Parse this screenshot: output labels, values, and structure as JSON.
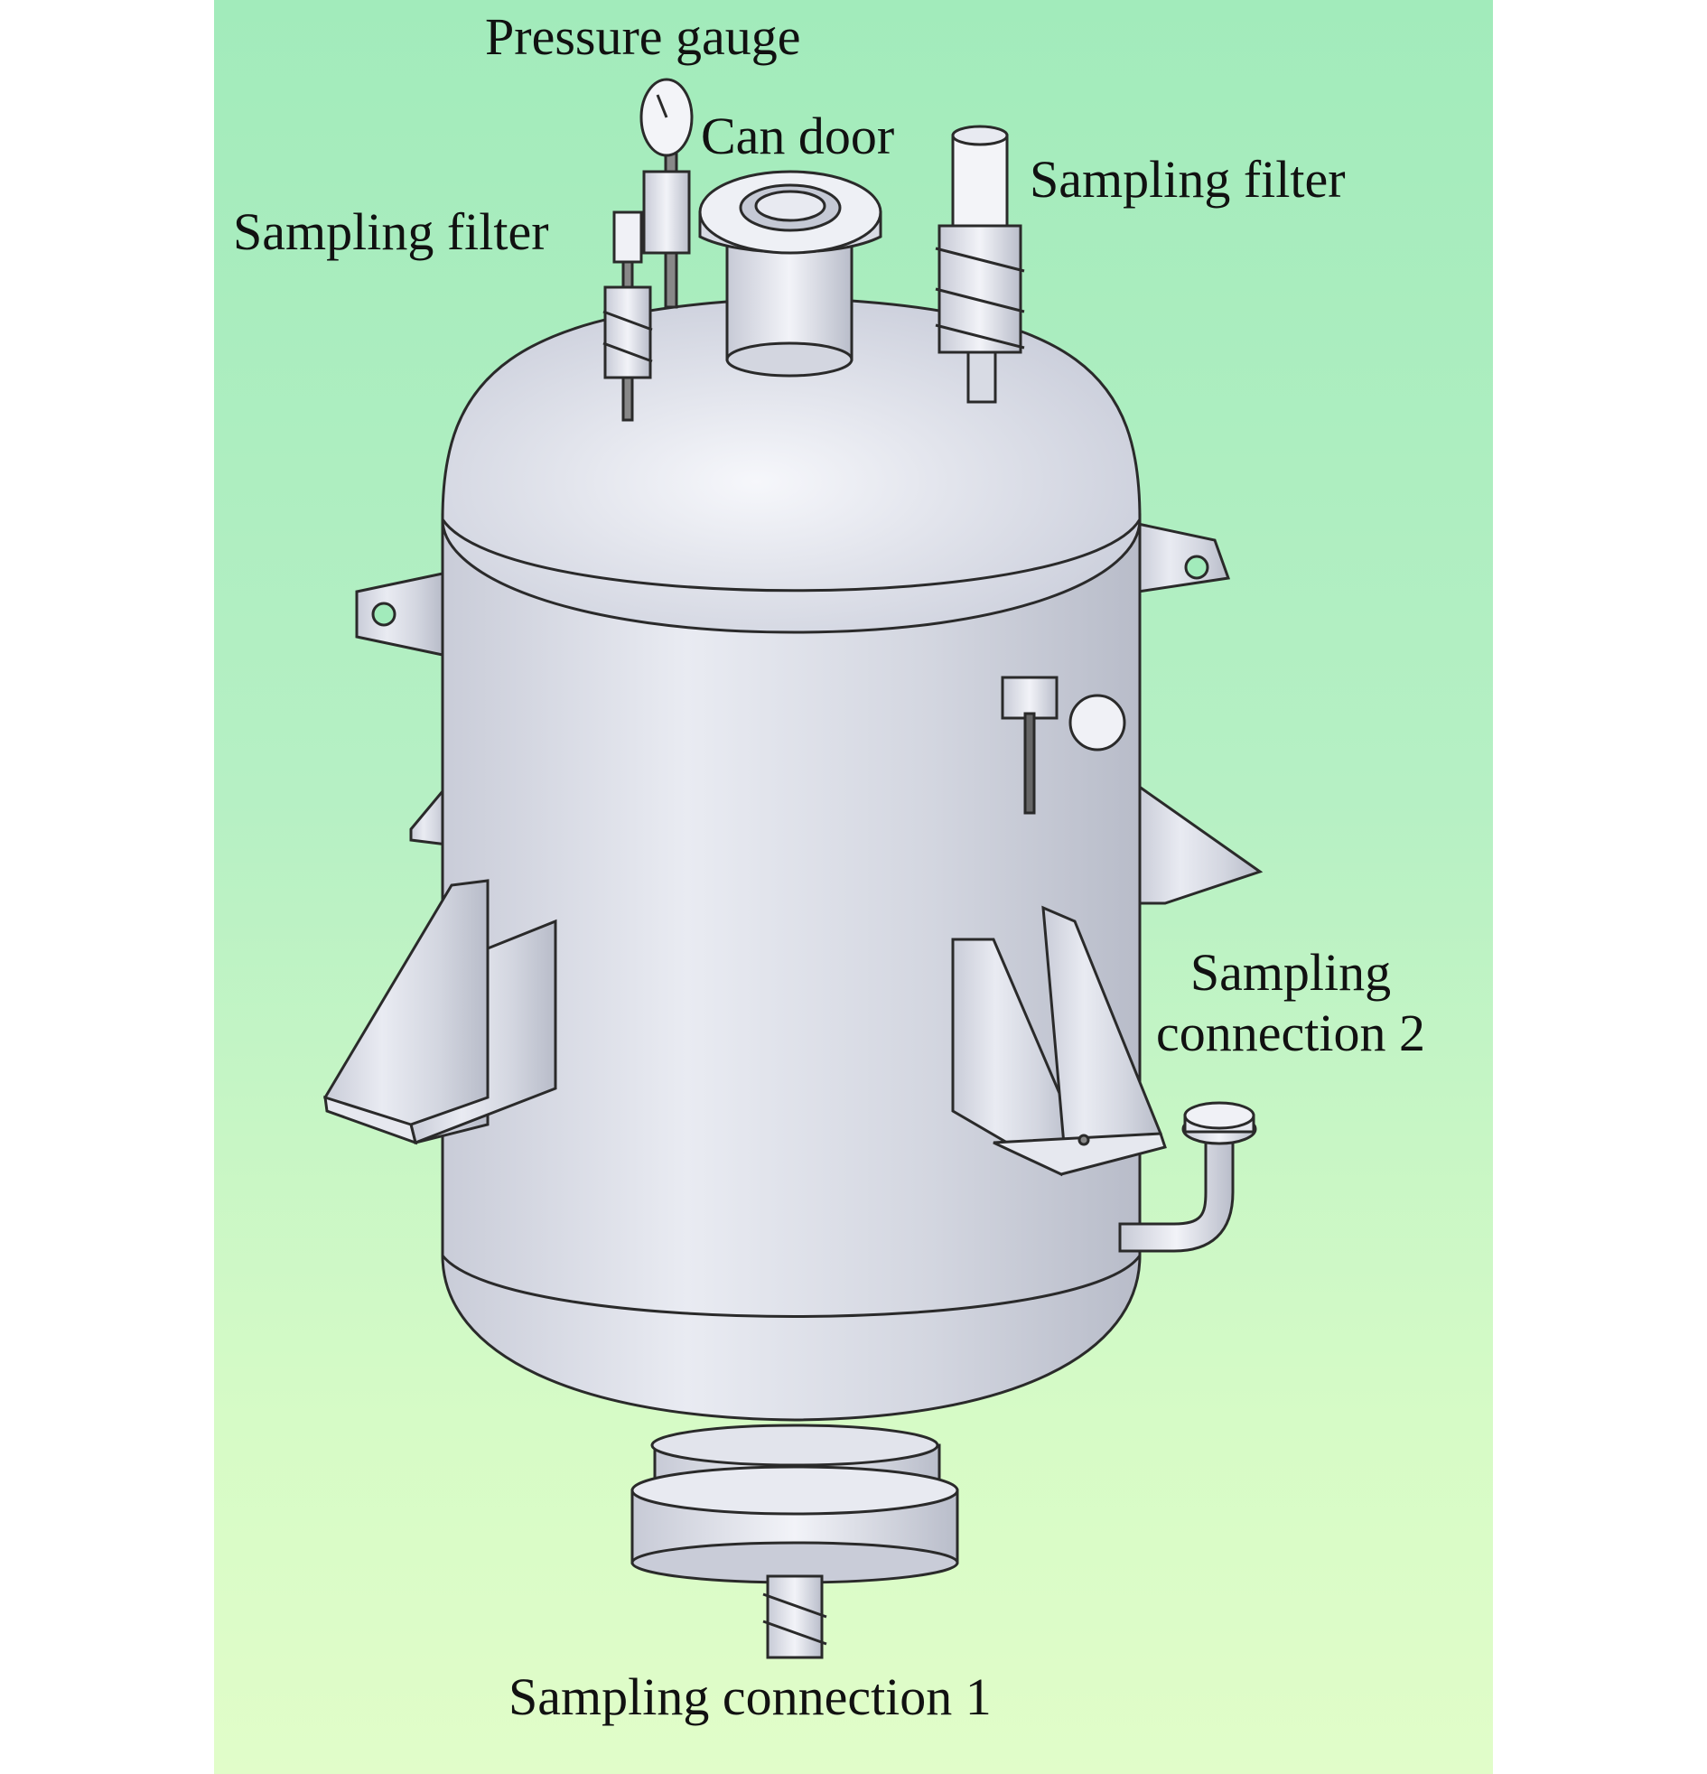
{
  "labels": {
    "pressure_gauge": "Pressure gauge",
    "can_door": "Can door",
    "sampling_filter_left": "Sampling filter",
    "sampling_filter_right": "Sampling filter",
    "sampling_connection_2_line1": "Sampling",
    "sampling_connection_2_line2": "connection 2",
    "sampling_connection_1": "Sampling connection 1"
  },
  "colors": {
    "background_top": "#a2ebbb",
    "background_bottom": "#e1fdc9",
    "vessel_body": "#d6d9e4",
    "outline": "#2a2a2a"
  }
}
